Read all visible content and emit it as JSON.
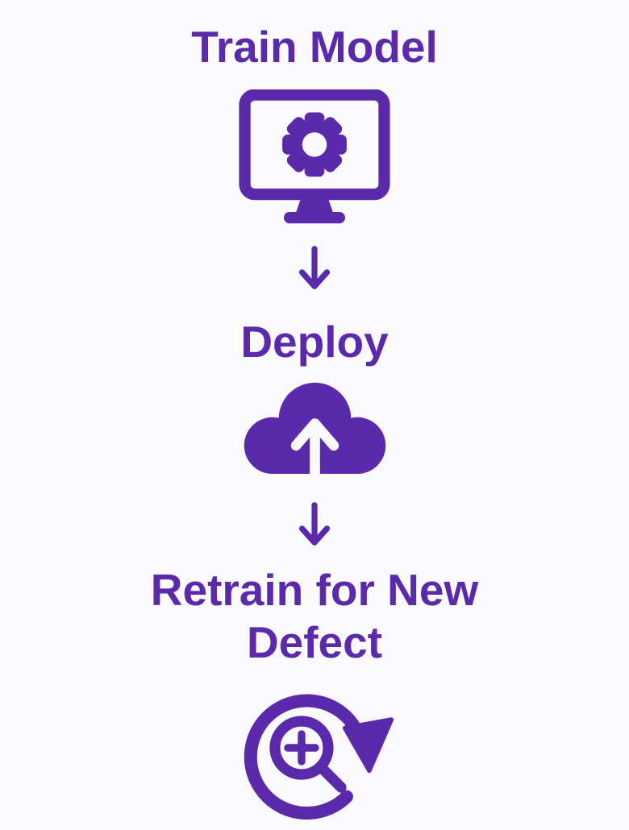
{
  "page": {
    "background_color": "#FAFAFD",
    "accent_color": "#5B2AAC"
  },
  "flow": {
    "connector_icon": "down-arrow-icon",
    "steps": [
      {
        "label": "Train Model",
        "icon": "monitor-gear-icon"
      },
      {
        "label": "Deploy",
        "icon": "cloud-upload-icon"
      },
      {
        "label": "Retrain for New Defect",
        "icon": "magnifier-refresh-icon"
      }
    ]
  }
}
